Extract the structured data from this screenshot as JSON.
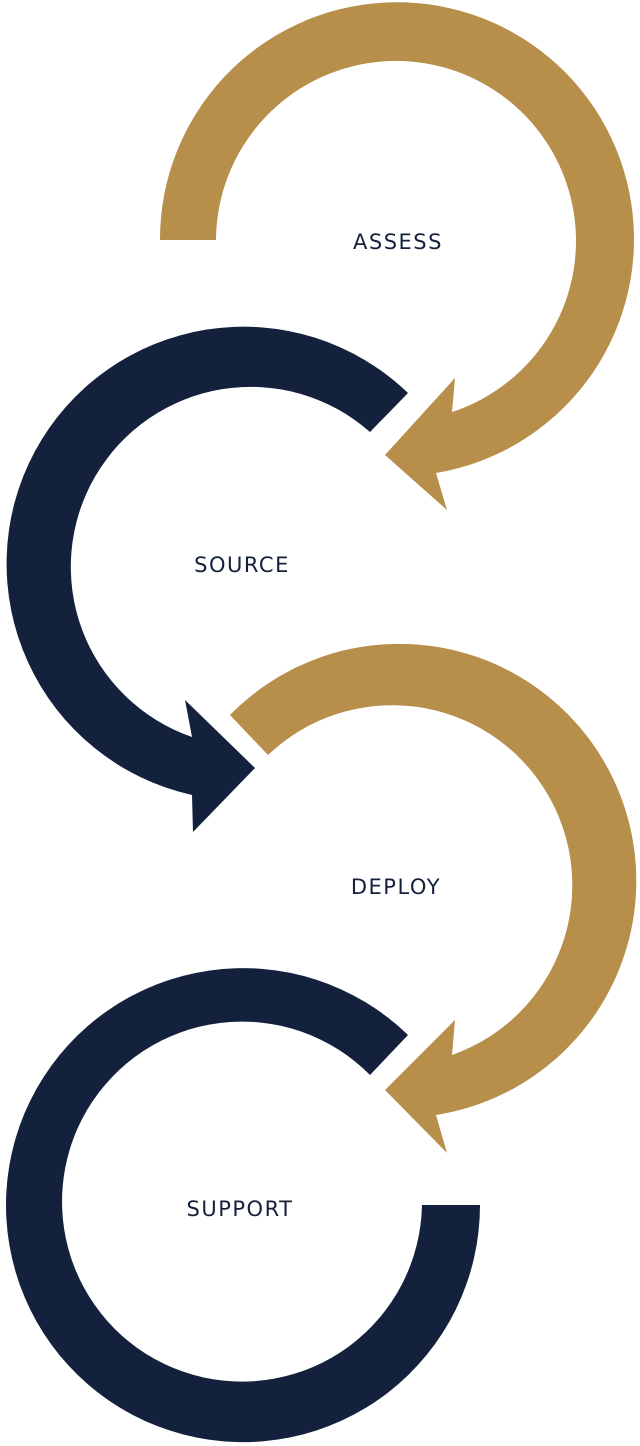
{
  "colors": {
    "gold": "#b78e4a",
    "navy": "#13213c",
    "background": "#ffffff"
  },
  "steps": [
    {
      "label": "ASSESS",
      "color": "gold",
      "icon": "clockwise-arrow-ring"
    },
    {
      "label": "SOURCE",
      "color": "navy",
      "icon": "counterclockwise-arrow-ring"
    },
    {
      "label": "DEPLOY",
      "color": "gold",
      "icon": "clockwise-arrow-ring"
    },
    {
      "label": "SUPPORT",
      "color": "navy",
      "icon": "open-ring"
    }
  ]
}
